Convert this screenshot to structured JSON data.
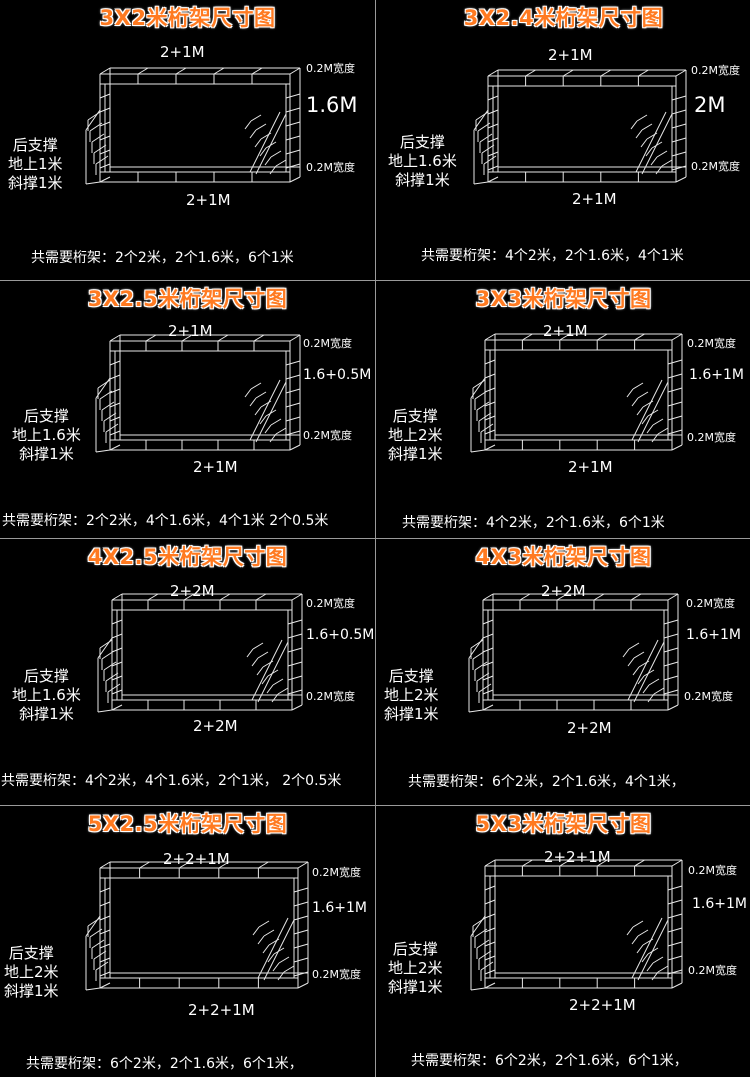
{
  "width_label": "0.2M宽度",
  "panels": [
    {
      "title": "3X2米桁架尺寸图",
      "top": "2+1M",
      "bottom": "2+1M",
      "height": "1.6M",
      "big": true,
      "side": [
        "后支撑",
        "地上1米",
        "斜撑1米"
      ],
      "req": "共需要桁架：2个2米，2个1.6米，6个1米"
    },
    {
      "title": "3X2.4米桁架尺寸图",
      "top": "2+1M",
      "bottom": "2+1M",
      "height": "2M",
      "big": true,
      "side": [
        "后支撑",
        "地上1.6米",
        "斜撑1米"
      ],
      "req": "共需要桁架：4个2米，2个1.6米，4个1米"
    },
    {
      "title": "3X2.5米桁架尺寸图",
      "top": "2+1M",
      "bottom": "2+1M",
      "height": "1.6+0.5M",
      "big": false,
      "side": [
        "后支撑",
        "地上1.6米",
        "斜撑1米"
      ],
      "req": "共需要桁架：2个2米，4个1.6米，4个1米  2个0.5米"
    },
    {
      "title": "3X3米桁架尺寸图",
      "top": "2+1M",
      "bottom": "2+1M",
      "height": "1.6+1M",
      "big": false,
      "side": [
        "后支撑",
        "地上2米",
        "斜撑1米"
      ],
      "req": "共需要桁架：4个2米，2个1.6米，6个1米"
    },
    {
      "title": "4X2.5米桁架尺寸图",
      "top": "2+2M",
      "bottom": "2+2M",
      "height": "1.6+0.5M",
      "big": false,
      "side": [
        "后支撑",
        "地上1.6米",
        "斜撑1米"
      ],
      "req": "共需要桁架：4个2米，4个1.6米，2个1米，  2个0.5米"
    },
    {
      "title": "4X3米桁架尺寸图",
      "top": "2+2M",
      "bottom": "2+2M",
      "height": "1.6+1M",
      "big": false,
      "side": [
        "后支撑",
        "地上2米",
        "斜撑1米"
      ],
      "req": "共需要桁架：6个2米，2个1.6米，4个1米，"
    },
    {
      "title": "5X2.5米桁架尺寸图",
      "top": "2+2+1M",
      "bottom": "2+2+1M",
      "height": "1.6+1M",
      "big": false,
      "side": [
        "后支撑",
        "地上2米",
        "斜撑1米"
      ],
      "req": "共需要桁架：6个2米，2个1.6米，6个1米，"
    },
    {
      "title": "5X3米桁架尺寸图",
      "top": "2+2+1M",
      "bottom": "2+2+1M",
      "height": "1.6+1M",
      "big": false,
      "side": [
        "后支撑",
        "地上2米",
        "斜撑1米"
      ],
      "req": "共需要桁架：6个2米，2个1.6米，6个1米，"
    }
  ]
}
